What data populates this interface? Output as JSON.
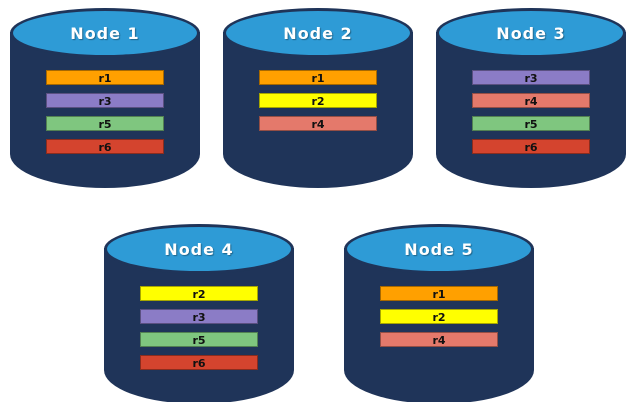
{
  "diagram": {
    "background": "#FFFFFF",
    "cylinder_body_color": "#1F3459",
    "cylinder_top_color": "#2E9BD6",
    "node_label_color": "#FFFFFF",
    "bar_text_color": "#111111"
  },
  "replica_colors": {
    "r1": "#FFA000",
    "r2": "#FFFF00",
    "r3": "#8B7CC6",
    "r4": "#E4796B",
    "r5": "#7FC67F",
    "r6": "#D4442E"
  },
  "nodes": [
    {
      "label": "Node 1",
      "row": "top",
      "replicas": [
        "r1",
        "r3",
        "r5",
        "r6"
      ]
    },
    {
      "label": "Node 2",
      "row": "top",
      "replicas": [
        "r1",
        "r2",
        "r4"
      ]
    },
    {
      "label": "Node 3",
      "row": "top",
      "replicas": [
        "r3",
        "r4",
        "r5",
        "r6"
      ]
    },
    {
      "label": "Node 4",
      "row": "bottom",
      "replicas": [
        "r2",
        "r3",
        "r5",
        "r6"
      ]
    },
    {
      "label": "Node 5",
      "row": "bottom",
      "replicas": [
        "r1",
        "r2",
        "r4"
      ]
    }
  ]
}
